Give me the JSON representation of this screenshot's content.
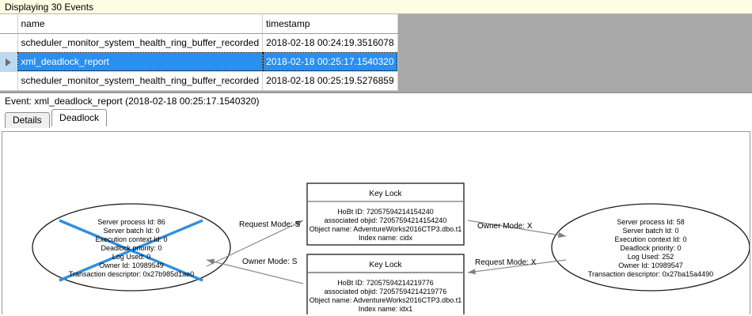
{
  "status_bar": {
    "text": "Displaying 30 Events"
  },
  "grid": {
    "columns": [
      "",
      "name",
      "timestamp"
    ],
    "rows": [
      {
        "selector": "",
        "name": "scheduler_monitor_system_health_ring_buffer_recorded",
        "timestamp": "2018-02-18 00:24:19.3516078",
        "selected": false,
        "current": false
      },
      {
        "selector": "row-arrow-icon",
        "name": "xml_deadlock_report",
        "timestamp": "2018-02-18 00:25:17.1540320",
        "selected": true,
        "current": true
      },
      {
        "selector": "",
        "name": "scheduler_monitor_system_health_ring_buffer_recorded",
        "timestamp": "2018-02-18 00:25:19.5276859",
        "selected": false,
        "current": false
      }
    ]
  },
  "event_caption": {
    "text": "Event: xml_deadlock_report (2018-02-18 00:25:17.1540320)"
  },
  "tabs": [
    {
      "label": "Details",
      "active": false
    },
    {
      "label": "Deadlock",
      "active": true
    }
  ],
  "deadlock_graph": {
    "victim_marker_color": "#2f8fe0",
    "process_left": {
      "is_victim": true,
      "lines": [
        "Server process Id: 86",
        "Server batch Id: 0",
        "Execution context Id: 0",
        "Deadlock priority: 0",
        "Log Used: 0",
        "Owner Id: 10989549",
        "Transaction descriptor: 0x27b985d1ae0"
      ]
    },
    "process_right": {
      "is_victim": false,
      "lines": [
        "Server process Id: 58",
        "Server batch Id: 0",
        "Execution context Id: 0",
        "Deadlock priority: 0",
        "Log Used: 252",
        "Owner Id: 10989547",
        "Transaction descriptor: 0x27ba15a4490"
      ]
    },
    "resource_top": {
      "title": "Key Lock",
      "lines": [
        "HoBt ID: 72057594214154240",
        "associated objid: 72057594214154240",
        "Object name: AdventureWorks2016CTP3.dbo.t1",
        "Index name: cidx"
      ]
    },
    "resource_bottom": {
      "title": "Key Lock",
      "lines": [
        "HoBt ID: 72057594214219776",
        "associated objid: 72057594214219776",
        "Object name: AdventureWorks2016CTP3.dbo.t1",
        "Index name: idx1"
      ]
    },
    "edges": {
      "left_request_top": "Request Mode: S",
      "left_owner_bottom": "Owner Mode: S",
      "right_owner_top": "Owner Mode: X",
      "right_request_bottom": "Request Mode: X"
    }
  }
}
